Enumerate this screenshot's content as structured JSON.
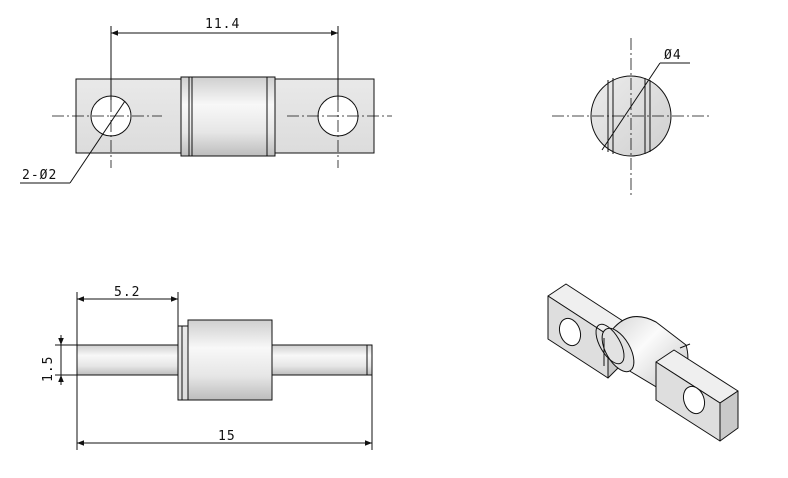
{
  "dimensions": {
    "top_width": "11.4",
    "holes": "2-Ø2",
    "diameter": "Ø4",
    "offset": "5.2",
    "thickness": "1.5",
    "overall_length": "15"
  },
  "colors": {
    "line": "#111111",
    "body_fill": "#e4e4e4",
    "body_light": "#f4f4f4",
    "body_dark": "#b8b8b8"
  }
}
